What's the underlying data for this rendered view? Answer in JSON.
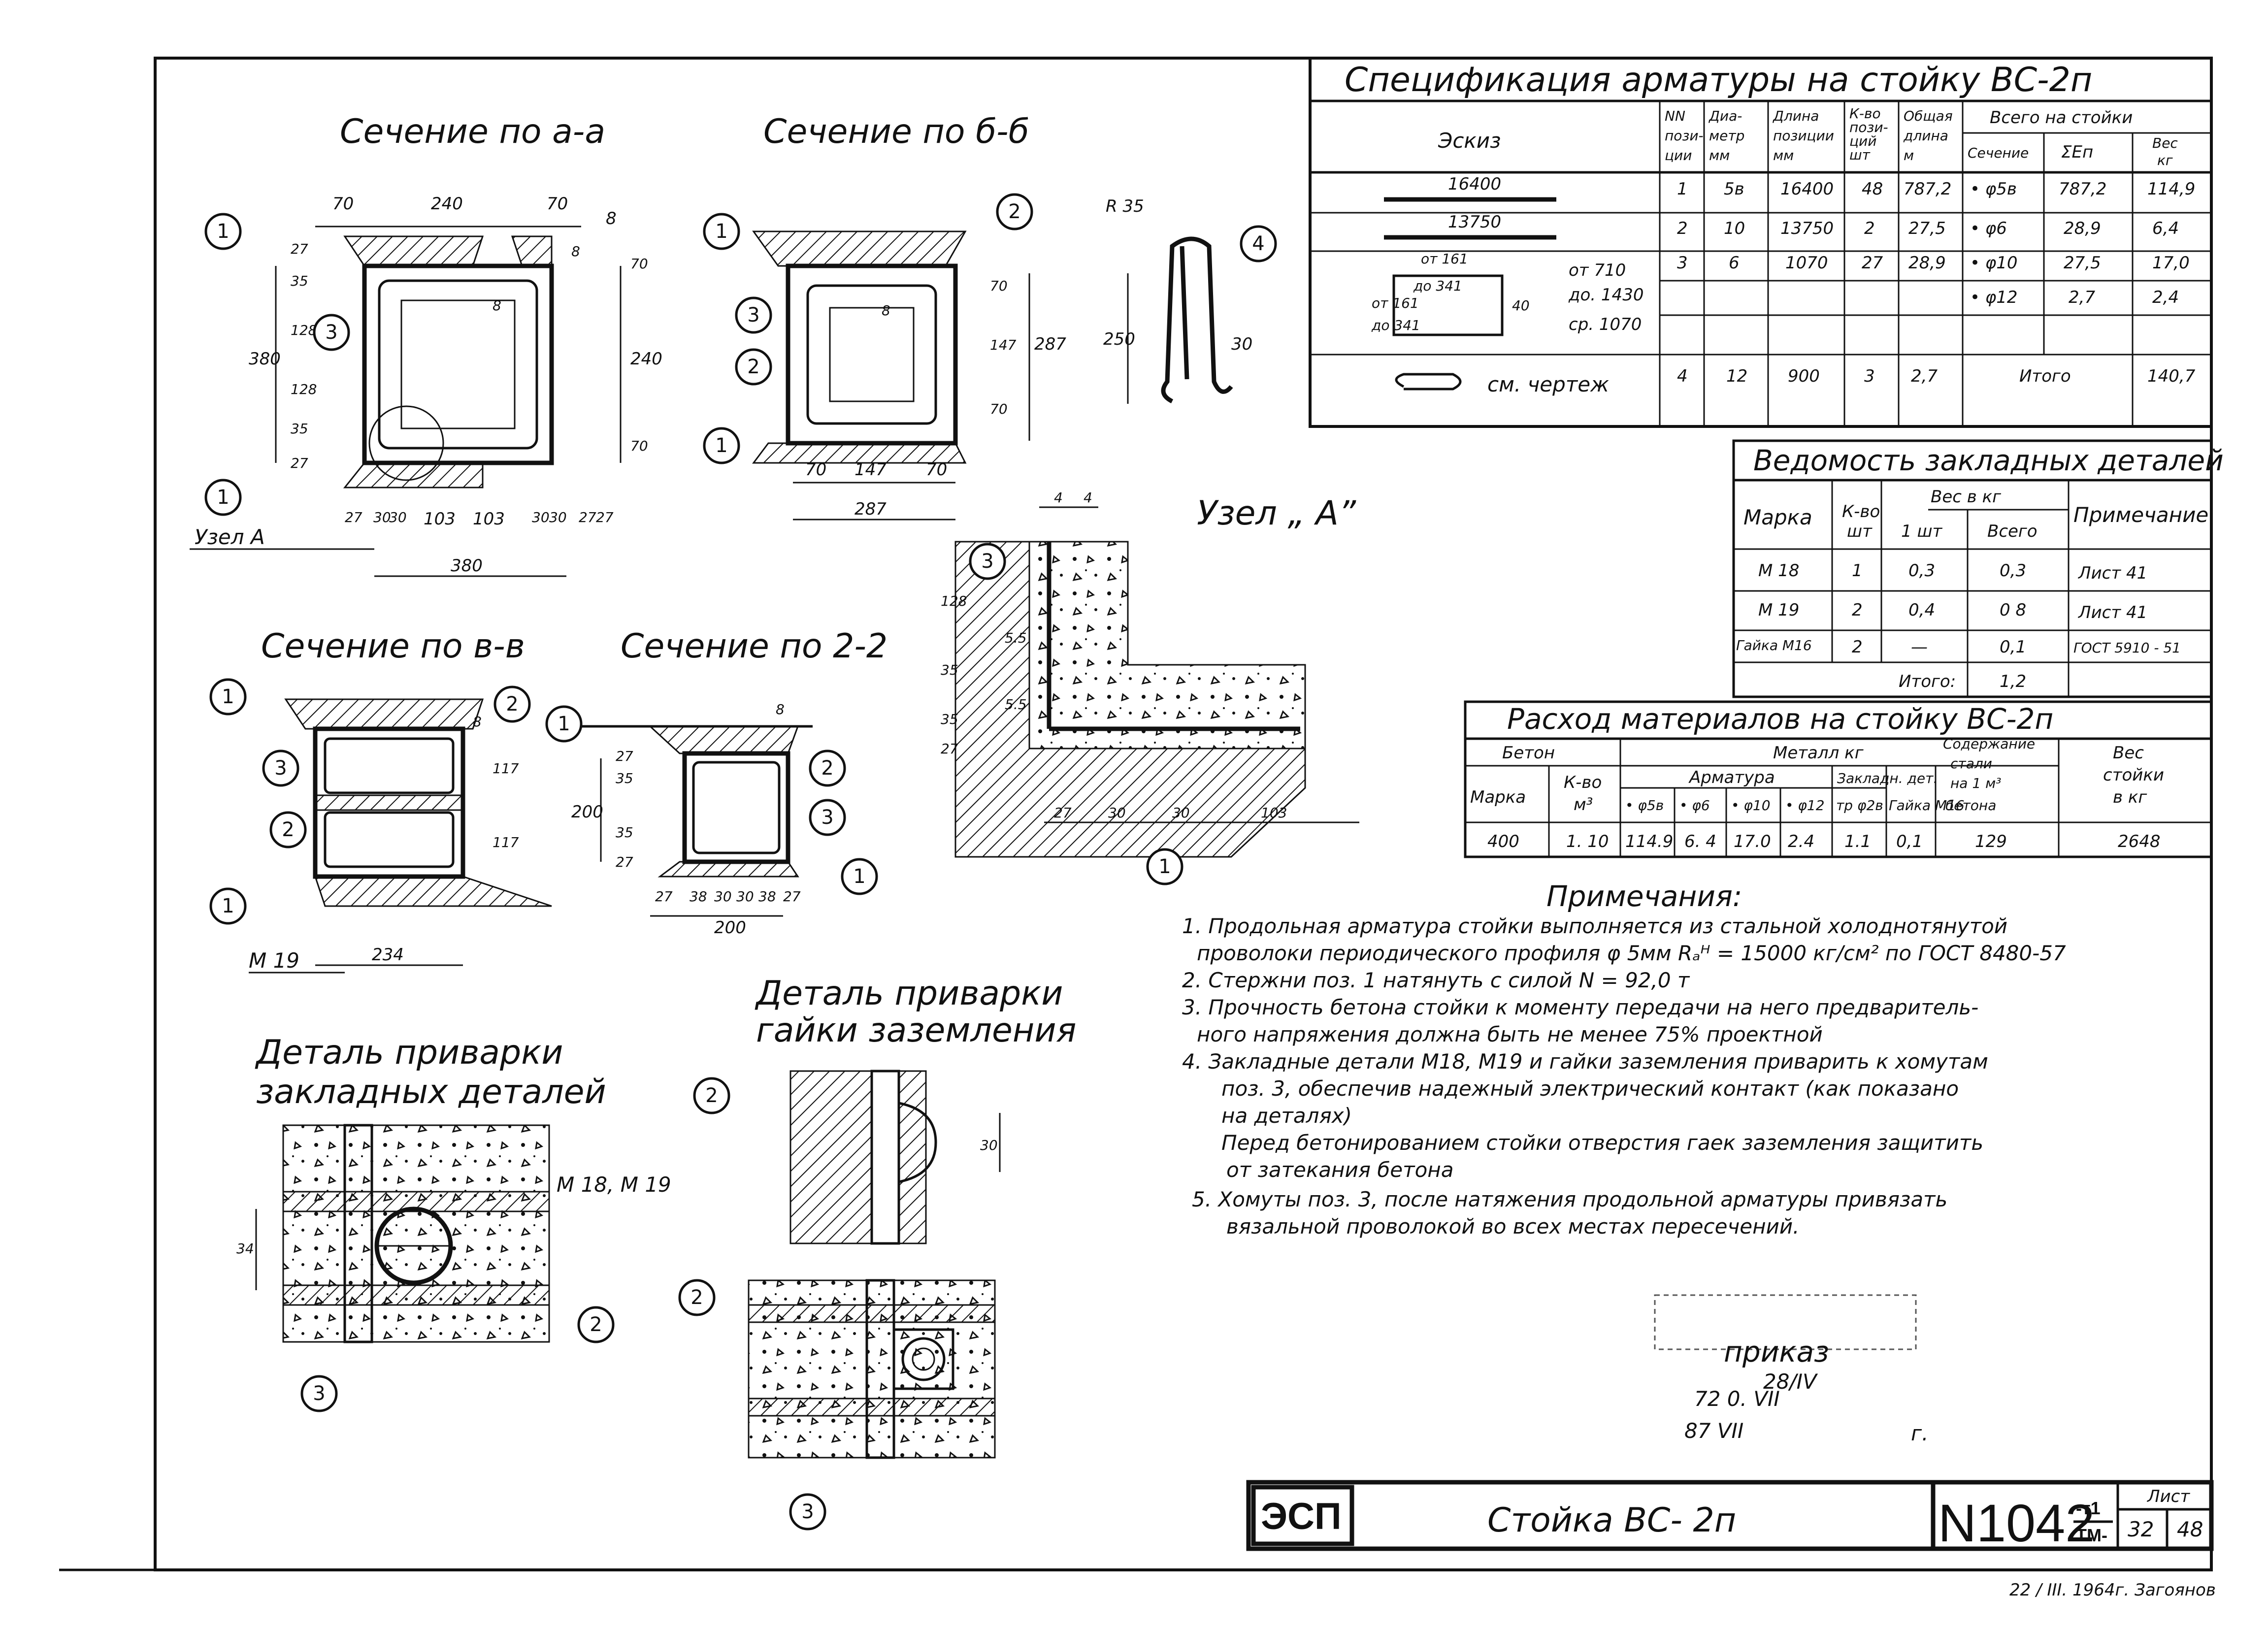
{
  "sections": {
    "aa": {
      "title": "Сечение по а-а",
      "dims": [
        "70",
        "240",
        "70",
        "8",
        "27",
        "35",
        "128",
        "128",
        "35",
        "27",
        "380",
        "240",
        "70",
        "70",
        "8",
        "27",
        "27",
        "30",
        "30",
        "103",
        "103",
        "30",
        "30",
        "27",
        "380",
        "8"
      ],
      "node_label": "Узел А"
    },
    "bb": {
      "title": "Сечение по б-б",
      "dims": [
        "70",
        "147",
        "70",
        "287",
        "70",
        "147",
        "70",
        "287",
        "8"
      ]
    },
    "stirrup": {
      "radius": "R 35",
      "dims": [
        "250",
        "30"
      ]
    },
    "vv": {
      "title": "Сечение по в-в",
      "dims": [
        "117",
        "117",
        "234",
        "8"
      ],
      "label": "М 19"
    },
    "gg": {
      "title": "Сечение по 2-2",
      "dims": [
        "8",
        "27",
        "35",
        "35",
        "27",
        "200",
        "27",
        "38",
        "30",
        "30",
        "38",
        "27",
        "200"
      ]
    },
    "node_a": {
      "title": "Узел „ А”",
      "dims": [
        "4",
        "4",
        "128",
        "35",
        "5.5",
        "35",
        "5.5",
        "27",
        "27",
        "30",
        "30",
        "103"
      ]
    },
    "weld_embedded": {
      "title_line1": "Деталь приварки",
      "title_line2": "закладных деталей",
      "label": "М 18, М 19",
      "dims": [
        "34"
      ]
    },
    "weld_nut": {
      "title_line1": "Деталь приварки",
      "title_line2": "гайки заземления",
      "dims": [
        "30"
      ]
    }
  },
  "spec": {
    "title": "Спецификация арматуры на стойку ВС-2п",
    "headers": {
      "sketch": "Эскиз",
      "pos": [
        "NN",
        "пози-",
        "ции"
      ],
      "dia": [
        "Диа-",
        "метр",
        "мм"
      ],
      "len": [
        "Длина",
        "позиции",
        "мм"
      ],
      "qty": [
        "К-во",
        "пози-",
        "ций",
        "шт"
      ],
      "total_len": [
        "Общая",
        "длина",
        "м"
      ],
      "all_group": "Всего на стойки",
      "sec": "Сечение",
      "sum": "ΣЕп",
      "wt": [
        "Вес",
        "кг"
      ]
    },
    "sketch_texts": {
      "r1": "16400",
      "r2": "13750",
      "r3": [
        "от 161",
        "до 341",
        "от 161",
        "до 341",
        "40",
        "от 710",
        "до. 1430",
        "ср. 1070"
      ],
      "r4": "см. чертеж"
    },
    "rows": [
      {
        "pos": "1",
        "dia": "5в",
        "len": "16400",
        "qty": "48",
        "total": "787,2"
      },
      {
        "pos": "2",
        "dia": "10",
        "len": "13750",
        "qty": "2",
        "total": "27,5"
      },
      {
        "pos": "3",
        "dia": "6",
        "len": "1070",
        "qty": "27",
        "total": "28,9"
      },
      {
        "pos": "4",
        "dia": "12",
        "len": "900",
        "qty": "3",
        "total": "2,7"
      }
    ],
    "totals": [
      {
        "sec": "• φ5в",
        "sum": "787,2",
        "wt": "114,9"
      },
      {
        "sec": "• φ6",
        "sum": "28,9",
        "wt": "6,4"
      },
      {
        "sec": "• φ10",
        "sum": "27,5",
        "wt": "17,0"
      },
      {
        "sec": "• φ12",
        "sum": "2,7",
        "wt": "2,4"
      }
    ],
    "itogo_label": "Итого",
    "itogo_value": "140,7"
  },
  "embedded": {
    "title": "Ведомость закладных деталей",
    "headers": {
      "mark": "Марка",
      "qty": [
        "К-во",
        "шт"
      ],
      "wt": "Вес в кг",
      "one": "1 шт",
      "all": "Всего",
      "note": "Примечание"
    },
    "rows": [
      {
        "mark": "М 18",
        "qty": "1",
        "one": "0,3",
        "all": "0,3",
        "note": "Лист 41"
      },
      {
        "mark": "М 19",
        "qty": "2",
        "one": "0,4",
        "all": "0 8",
        "note": "Лист 41"
      },
      {
        "mark": "Гайка М16",
        "qty": "2",
        "one": "—",
        "all": "0,1",
        "note": "ГОСТ 5910 - 51"
      }
    ],
    "itogo_label": "Итого:",
    "itogo_value": "1,2"
  },
  "materials": {
    "title": "Расход материалов на стойку ВС-2п",
    "headers": {
      "concrete": "Бетон",
      "metal": "Металл кг",
      "rebar": "Арматура",
      "embedded": "Закладн. дет.",
      "content": [
        "Содержание",
        "стали",
        "на 1 м³",
        "бетона"
      ],
      "weight": [
        "Вес",
        "стойки",
        "в кг"
      ],
      "mark": "Марка",
      "volume": [
        "К-во",
        "м³"
      ],
      "cols": [
        "• φ5в",
        "• φ6",
        "• φ10",
        "• φ12",
        "тр φ2в",
        "Гайка М16"
      ]
    },
    "row": [
      "400",
      "1. 10",
      "114.9",
      "6. 4",
      "17.0",
      "2.4",
      "1.1",
      "0,1",
      "129",
      "2648"
    ]
  },
  "notes": {
    "title": "Примечания:",
    "lines": [
      "1. Продольная арматура стойки выполняется из стальной холоднотянутой",
      "проволоки периодического профиля φ 5мм  Rₐᴴ = 15000 кг/см²  по ГОСТ 8480-57",
      "2. Стержни поз. 1 натянуть с силой N = 92,0 т",
      "3. Прочность бетона стойки к моменту передачи на него предваритель-",
      "ного напряжения должна быть не менее 75% проектной",
      "4. Закладные детали М18, М19 и гайки заземления приварить к хомутам",
      "поз. 3, обеспечив надежный электрический контакт (как показано",
      "на деталях)",
      "Перед бетонированием стойки отверстия гаек заземления защитить",
      "от затекания бетона",
      "5. Хомуты поз. 3, после натяжения продольной арматуры привязать",
      "вязальной проволокой во всех местах пересечений."
    ]
  },
  "stamp": {
    "lines": [
      "приказ",
      "28/IV",
      "72  0. VII",
      "87  VII",
      "г."
    ]
  },
  "title_block": {
    "org": "ЭСП",
    "name": "Стойка ВС- 2п",
    "number": "N1042",
    "sub_top": "-т1",
    "sub_bot": "ТМ-",
    "sheet_label": "Лист",
    "sheet": "32",
    "sheets": "48"
  },
  "margin_note": "22 / III. 1964г. Загоянов"
}
